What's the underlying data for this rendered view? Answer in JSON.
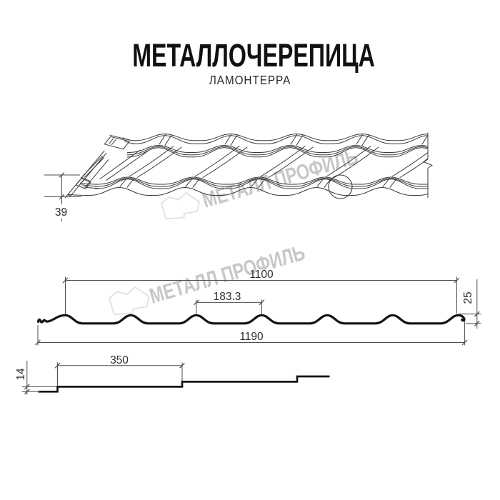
{
  "title": "МЕТАЛЛОЧЕРЕПИЦА",
  "subtitle": "ЛАМОНТЕРРА",
  "watermark": {
    "text": "МЕТАЛЛ ПРОФИЛЬ",
    "text_color": "#c7c7c7",
    "logo_color": "#e3e3e3"
  },
  "dimensions": {
    "profile_total_height": "39",
    "cover_width": "1100",
    "wave_pitch": "183.3",
    "wave_height": "25",
    "full_width": "1190",
    "module_length": "350",
    "step_height": "14"
  },
  "drawing": {
    "line_color": "#3a3a3a",
    "dim_color": "#4d4d4d",
    "profile_color": "#141414"
  }
}
